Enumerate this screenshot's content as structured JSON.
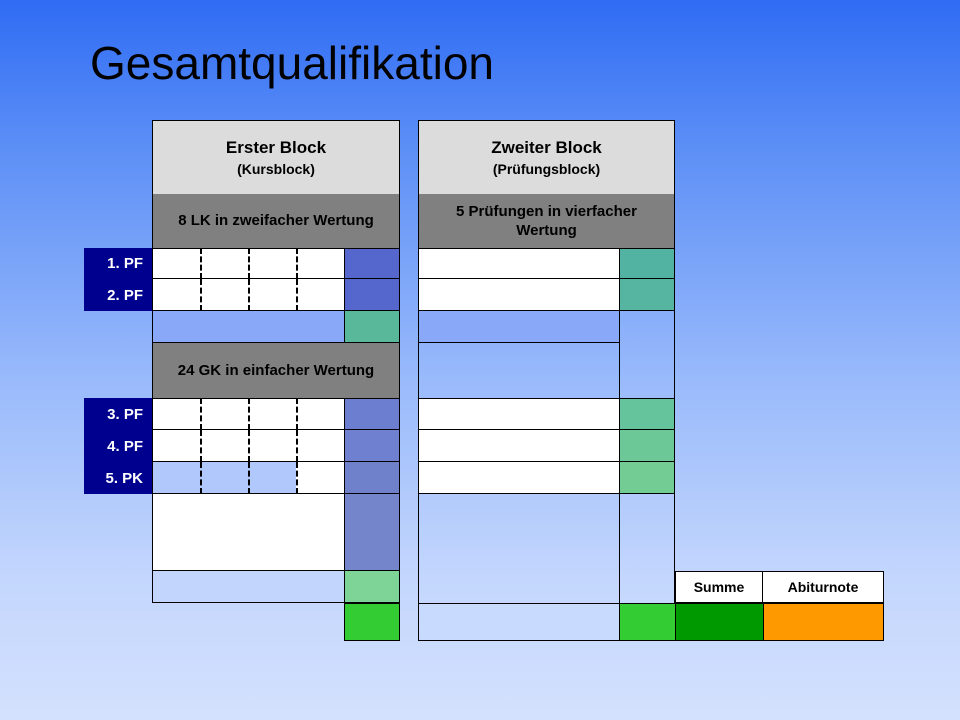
{
  "slide": {
    "title": "Gesamtqualifikation"
  },
  "block1": {
    "title": "Erster Block",
    "subtitle": "(Kursblock)",
    "lk_label": "8 LK in zweifacher Wertung",
    "gk_label": "24 GK in einfacher Wertung"
  },
  "block2": {
    "title": "Zweiter Block",
    "subtitle": "(Prüfungsblock)",
    "exam_label": "5 Prüfungen in vierfacher Wertung"
  },
  "rows": [
    {
      "label": "1. PF"
    },
    {
      "label": "2. PF"
    },
    {
      "label": "3. PF"
    },
    {
      "label": "4. PF"
    },
    {
      "label": "5. PK"
    }
  ],
  "results": {
    "sum_label": "Summe",
    "grade_label": "Abiturnote"
  },
  "colors": {
    "label_bg": "#00008f",
    "header_bg": "#dcdcdc",
    "subheader_bg": "#808080",
    "sum_green": "#009900",
    "grade_orange": "#ff9900",
    "total_green": "#33cc33"
  }
}
